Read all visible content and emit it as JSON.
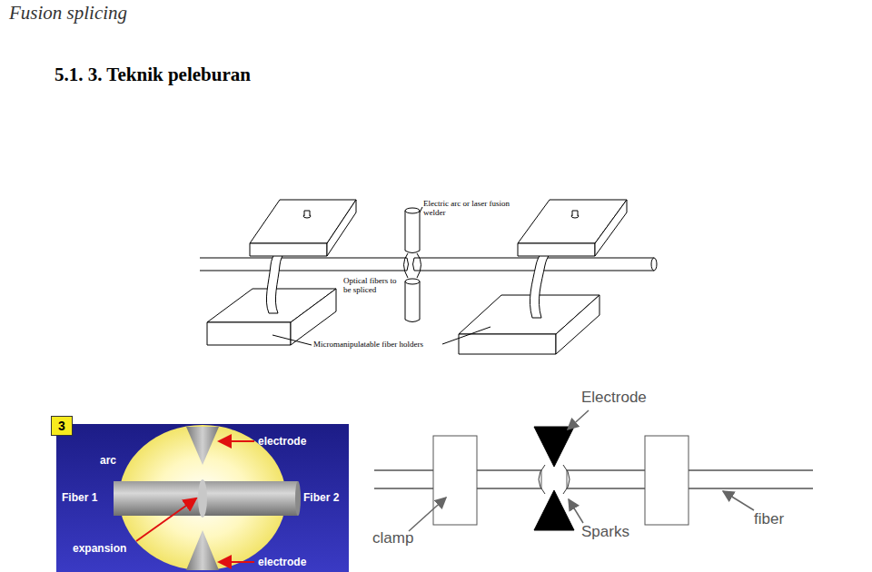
{
  "diagram": {
    "title": "5.1. 3. Teknik peleburan",
    "nodes": [
      {
        "text": [
          "3"
        ]
      }
    ],
    "labels": [
      "Fusion splicing",
      "Electric arc or laser fusion welder",
      "Optical fibers to be spliced",
      "Micromanipulatable fiber holders",
      "electrode",
      "arc",
      "Fiber 1",
      "Fiber 2",
      "expansion",
      "electrode",
      "Electrode",
      "Sparks",
      "clamp",
      "fiber"
    ]
  }
}
